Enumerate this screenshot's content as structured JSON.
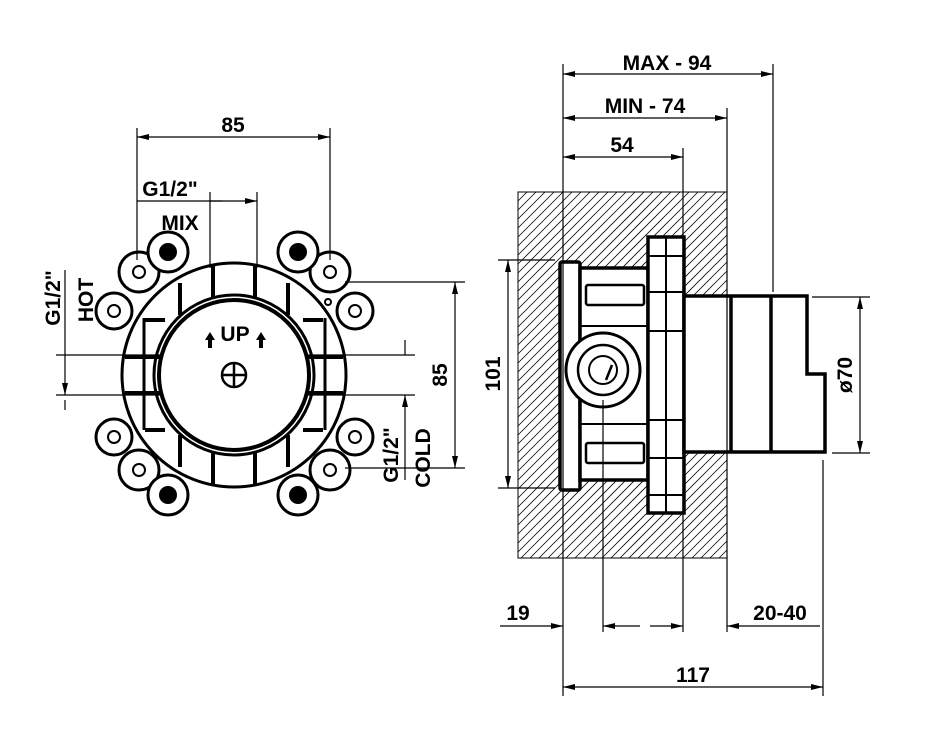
{
  "front_view": {
    "dim_width": "85",
    "mix_thread": "G1/2\"",
    "mix_label": "MIX",
    "hot_thread": "G1/2\"",
    "hot_label": "HOT",
    "cold_thread": "G1/2\"",
    "cold_label": "COLD",
    "dim_height": "85",
    "up_marking": "UP"
  },
  "side_view": {
    "dim_max": "MAX - 94",
    "dim_min": "MIN - 74",
    "dim_54": "54",
    "dim_101": "101",
    "dim_diameter": "ø70",
    "dim_19": "19",
    "dim_20_40": "20-40",
    "dim_117": "117"
  },
  "colors": {
    "line": "#000000",
    "background": "#ffffff"
  }
}
